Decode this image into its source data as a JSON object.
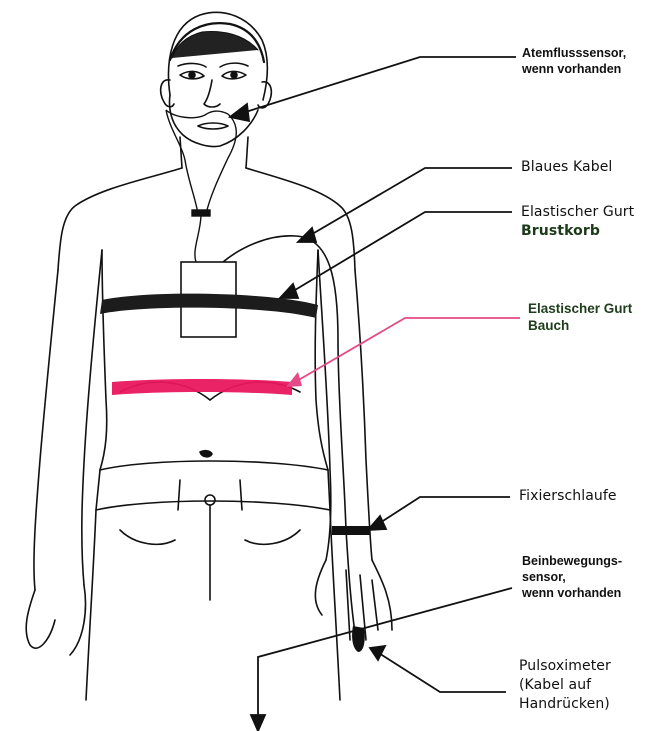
{
  "labels": {
    "airflow": [
      "Atemflusssensor,",
      "wenn vorhanden"
    ],
    "blue_cable": "Blaues Kabel",
    "chest_belt": [
      "Elastischer Gurt",
      "Brustkorb"
    ],
    "abdomen_belt": [
      "Elastischer Gurt",
      "Bauch"
    ],
    "fixation_loop": "Fixierschlaufe",
    "leg_sensor": [
      "Beinbewegungs-",
      "sensor,",
      "wenn vorhanden"
    ],
    "oximeter": [
      "Pulsoximeter",
      "(Kabel auf",
      "Handrücken)"
    ]
  },
  "colors": {
    "line": "#111111",
    "chest_belt": "#1c1c1c",
    "abdomen_belt": "#e8175d",
    "abdomen_line": "#e54a86"
  }
}
